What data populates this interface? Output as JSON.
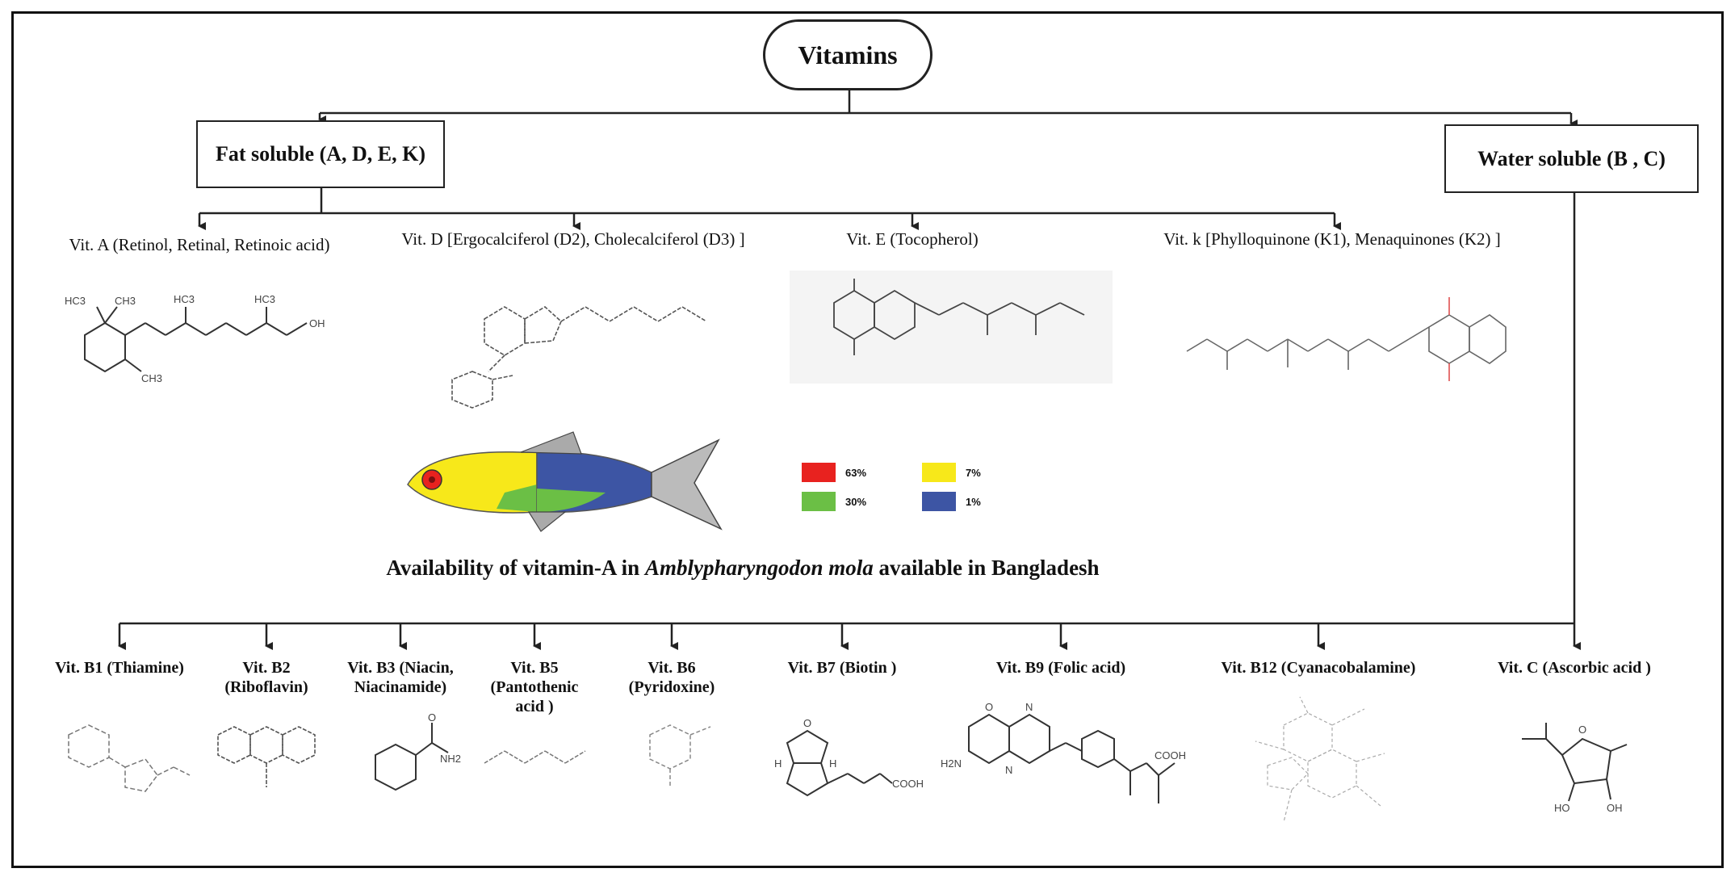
{
  "root": "Vitamins",
  "fat_soluble": {
    "label": "Fat soluble (A, D, E, K)",
    "items": [
      {
        "label": "Vit. A (Retinol, Retinal, Retinoic acid)"
      },
      {
        "label": "Vit. D [Ergocalciferol (D2), Cholecalciferol (D3) ]"
      },
      {
        "label": "Vit. E (Tocopherol)"
      },
      {
        "label": "Vit. k [Phylloquinone (K1), Menaquinones (K2) ]"
      }
    ]
  },
  "water_soluble": {
    "label": "Water soluble (B , C)",
    "items": [
      {
        "label": "Vit. B1 (Thiamine)"
      },
      {
        "label": "Vit. B2 (Riboflavin)"
      },
      {
        "label": "Vit. B3 (Niacin, Niacinamide)"
      },
      {
        "label": "Vit. B5 (Pantothenic acid )"
      },
      {
        "label": "Vit. B6 (Pyridoxine)"
      },
      {
        "label": "Vit. B7 (Biotin )"
      },
      {
        "label": "Vit. B9 (Folic acid)"
      },
      {
        "label": "Vit. B12 (Cyanacobalamine)"
      },
      {
        "label": "Vit. C (Ascorbic acid )"
      }
    ]
  },
  "fish": {
    "caption_before": "Availability of vitamin-A in ",
    "caption_species": "Amblypharyngodon mola",
    "caption_after": " available in Bangladesh",
    "legend": [
      {
        "value": "63%",
        "color": "#e8221f"
      },
      {
        "value": "7%",
        "color": "#f7e81a"
      },
      {
        "value": "30%",
        "color": "#6bbf45"
      },
      {
        "value": "1%",
        "color": "#3d55a4"
      }
    ]
  },
  "molecule_labels": {
    "vit_a": [
      "HC3",
      "CH3",
      "HC3",
      "HC3",
      "CH3",
      "OH"
    ],
    "vit_b3": [
      "O",
      "NH2"
    ],
    "vit_b7": [
      "O",
      "H",
      "H",
      "COOH"
    ],
    "vit_b9": [
      "O",
      "N",
      "H2N",
      "N",
      "COOH"
    ],
    "vit_c": [
      "O",
      "OH",
      "HO"
    ]
  }
}
